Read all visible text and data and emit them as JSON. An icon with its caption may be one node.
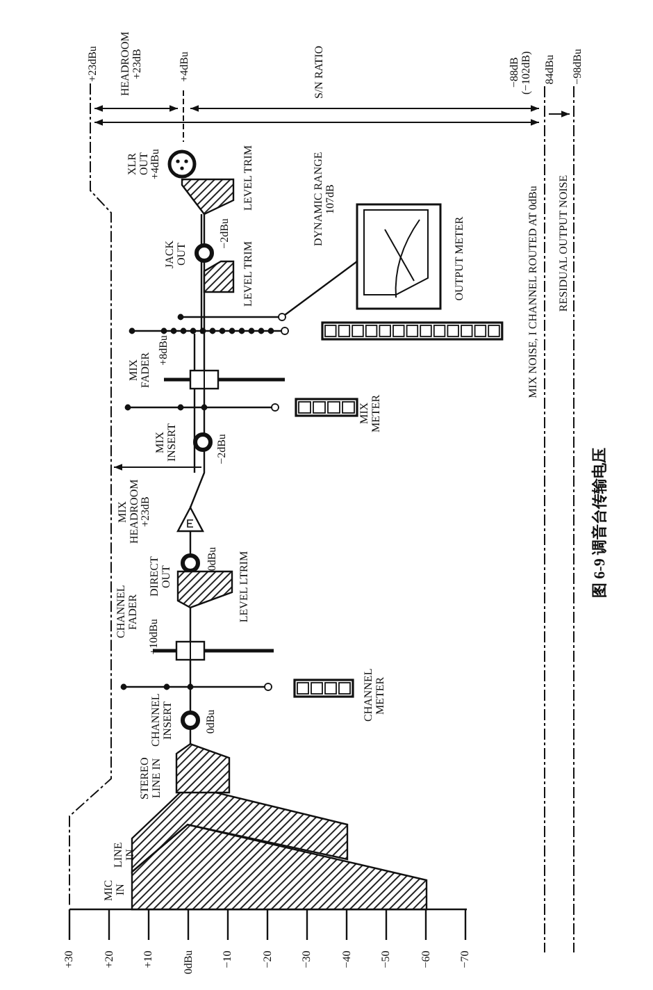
{
  "diagram": {
    "caption": "图 6-9 调音台传输电压",
    "labels": [
      "+30",
      "+20",
      "+10",
      "0dBu",
      "−10",
      "−20",
      "−30",
      "−40",
      "−50",
      "−60",
      "−70",
      "MIC IN",
      "LINE IN",
      "STEREO LINE IN",
      "CHANNEL INSERT",
      "0dBu",
      "CHANNEL METER",
      "CHANNEL FADER",
      "+10dBu",
      "DIRECT OUT",
      "0dBu",
      "LEVEL LTRIM",
      "MIX HEADROOM +23dB",
      "MIX INSERT",
      "−2dBu",
      "MIX METER",
      "MIX FADER",
      "+8dBu",
      "LEVEL TRIM",
      "JACK OUT",
      "−2dBu",
      "DYNAMIC RANGE 107dB",
      "OUTPUT METER",
      "LEVEL TRIM",
      "XLR OUT +4dBu",
      "+23dBu",
      "HEADROOM +23dB",
      "+4dBu",
      "S/N RATIO",
      "−88dB (−102dB)",
      "84dBu",
      "−98dBu",
      "MIX NOISE, I CHANNEL ROUTED AT 0dBu",
      "RESIDUAL OUTPUT NOISE"
    ]
  }
}
